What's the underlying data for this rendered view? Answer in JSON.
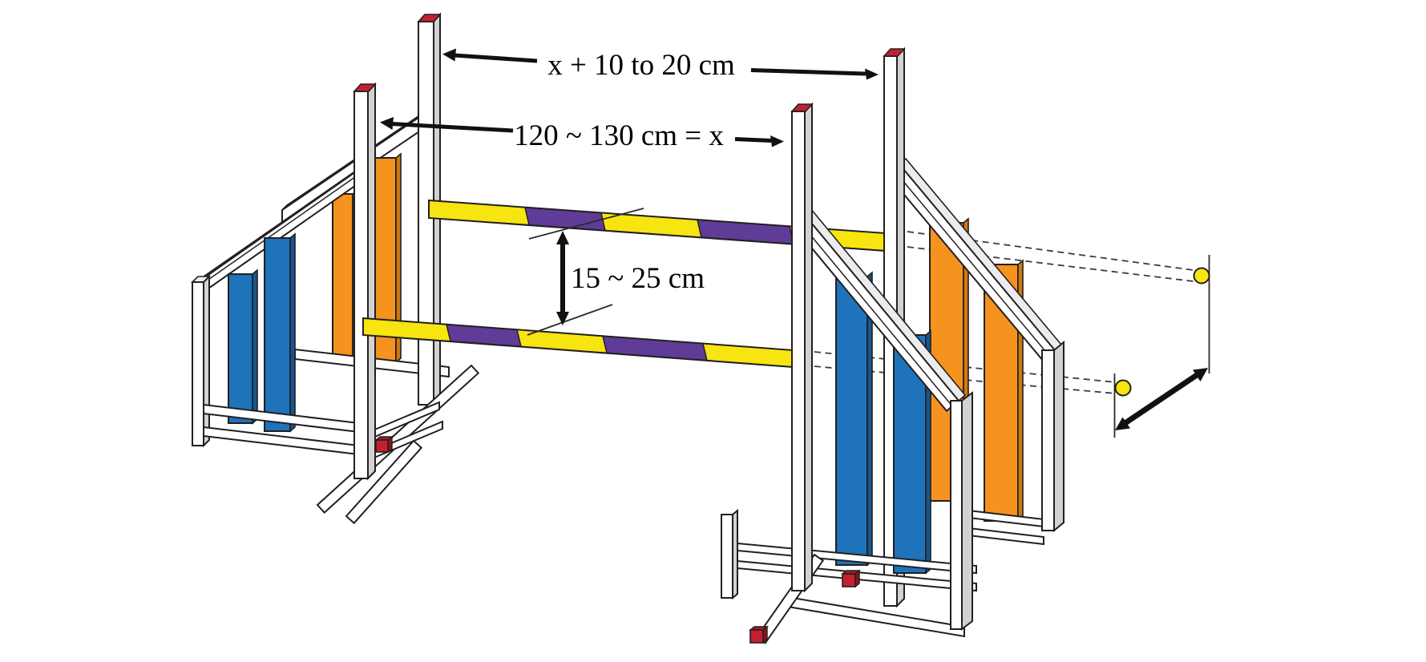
{
  "labels": {
    "top_spread": "x + 10 to 20 cm",
    "front_height": "120 ~ 130 cm = x",
    "pole_gap": "15 ~ 25 cm"
  },
  "colors": {
    "pole_yellow": "#F7E511",
    "pole_purple": "#5E3C97",
    "plank_blue": "#1E73BA",
    "plank_orange": "#F6921E",
    "accent_red": "#C42032",
    "frame_gray": "#D2D2D4",
    "outline": "#231F20"
  }
}
